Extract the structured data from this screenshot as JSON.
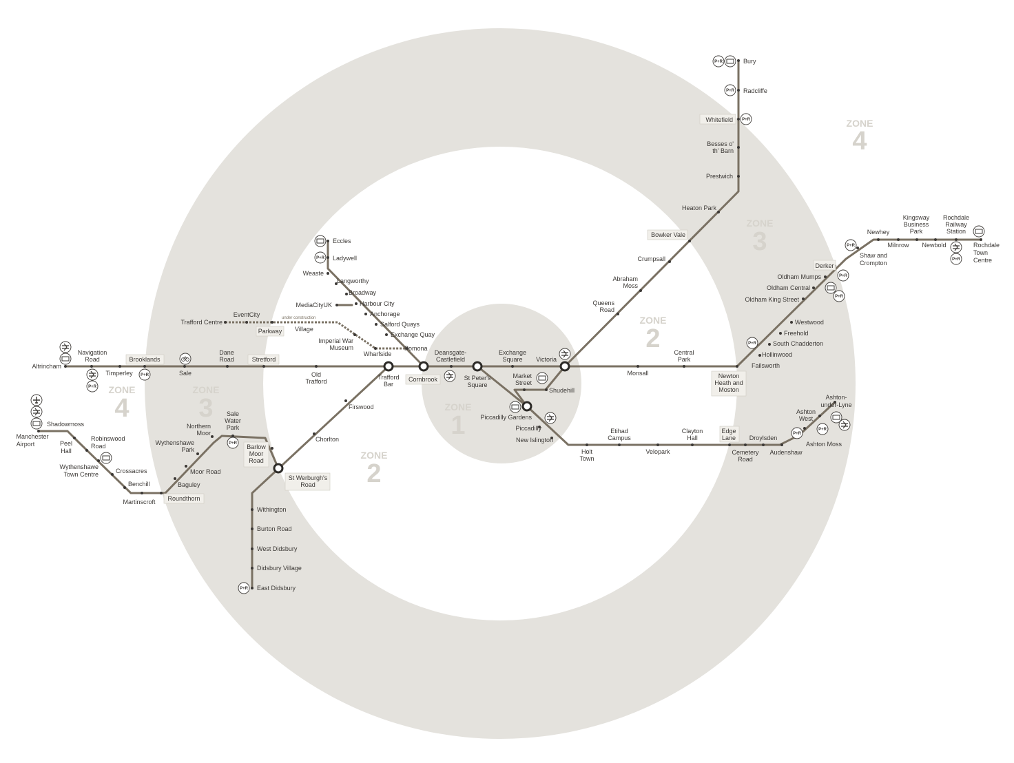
{
  "zones": [
    {
      "id": "zone1",
      "word": "ZONE",
      "num": "1"
    },
    {
      "id": "zone2a",
      "word": "ZONE",
      "num": "2"
    },
    {
      "id": "zone2b",
      "word": "ZONE",
      "num": "2"
    },
    {
      "id": "zone3a",
      "word": "ZONE",
      "num": "3"
    },
    {
      "id": "zone3b",
      "word": "ZONE",
      "num": "3"
    },
    {
      "id": "zone4a",
      "word": "ZONE",
      "num": "4"
    },
    {
      "id": "zone4b",
      "word": "ZONE",
      "num": "4"
    }
  ],
  "under_construction": "under construction",
  "icons": {
    "park_ride": "P+R",
    "rail": "rail-icon",
    "bus": "bus-icon",
    "air": "airport-icon",
    "cycle": "cycle-icon"
  },
  "stations": {
    "bury": "Bury",
    "radcliffe": "Radcliffe",
    "whitefield": "Whitefield",
    "besses1": "Besses o'",
    "besses2": "th' Barn",
    "prestwich": "Prestwich",
    "heaton_park": "Heaton Park",
    "bowker_vale": "Bowker Vale",
    "crumpsall": "Crumpsall",
    "abraham1": "Abraham",
    "abraham2": "Moss",
    "queens1": "Queens",
    "queens2": "Road",
    "victoria": "Victoria",
    "exchange1": "Exchange",
    "exchange2": "Square",
    "market1": "Market",
    "market2": "Street",
    "shudehill": "Shudehill",
    "piccadilly_gardens": "Piccadilly Gardens",
    "piccadilly": "Piccadilly",
    "new_islington": "New Islington",
    "stpeters1": "St Peter's",
    "stpeters2": "Square",
    "deansgate1": "Deansgate-",
    "deansgate2": "Castlefield",
    "cornbrook": "Cornbrook",
    "trafford_bar1": "Trafford",
    "trafford_bar2": "Bar",
    "pomona": "Pomona",
    "wharfside": "Wharfside",
    "iwm1": "Imperial War",
    "iwm2": "Museum",
    "exchange_quay": "Exchange Quay",
    "salford_quays": "Salford Quays",
    "anchorage": "Anchorage",
    "harbour_city": "Harbour City",
    "mediacityuk": "MediaCityUK",
    "broadway": "Broadway",
    "langworthy": "Langworthy",
    "weaste": "Weaste",
    "ladywell": "Ladywell",
    "eccles": "Eccles",
    "trafford_centre": "Trafford Centre",
    "eventcity": "EventCity",
    "parkway": "Parkway",
    "village": "Village",
    "old_trafford1": "Old",
    "old_trafford2": "Trafford",
    "stretford": "Stretford",
    "dane_road1": "Dane",
    "dane_road2": "Road",
    "sale": "Sale",
    "brooklands": "Brooklands",
    "timperley": "Timperley",
    "navigation_road1": "Navigation",
    "navigation_road2": "Road",
    "altrincham": "Altrincham",
    "firswood": "Firswood",
    "chorlton": "Chorlton",
    "st_werburghs1": "St Werburgh's",
    "st_werburghs2": "Road",
    "withington": "Withington",
    "burton_road": "Burton Road",
    "west_didsbury": "West Didsbury",
    "didsbury_village": "Didsbury Village",
    "east_didsbury": "East Didsbury",
    "barlow1": "Barlow",
    "barlow2": "Moor",
    "barlow3": "Road",
    "sale_water1": "Sale",
    "sale_water2": "Water",
    "sale_water3": "Park",
    "northern_moor1": "Northern",
    "northern_moor2": "Moor",
    "wythenshawe_park1": "Wythenshawe",
    "wythenshawe_park2": "Park",
    "moor_road": "Moor Road",
    "baguley": "Baguley",
    "roundthorn": "Roundthorn",
    "martinscroft": "Martinscroft",
    "benchill": "Benchill",
    "crossacres": "Crossacres",
    "wythenshawe_tc1": "Wythenshawe",
    "wythenshawe_tc2": "Town Centre",
    "robinswood1": "Robinswood",
    "robinswood2": "Road",
    "peel_hall1": "Peel",
    "peel_hall2": "Hall",
    "shadowmoss": "Shadowmoss",
    "airport1": "Manchester",
    "airport2": "Airport",
    "monsall": "Monsall",
    "central_park1": "Central",
    "central_park2": "Park",
    "newton_heath1": "Newton",
    "newton_heath2": "Heath and",
    "newton_heath3": "Moston",
    "failsworth": "Failsworth",
    "hollinwood": "Hollinwood",
    "south_chadderton": "South Chadderton",
    "freehold": "Freehold",
    "westwood": "Westwood",
    "oldham_king_street": "Oldham King Street",
    "oldham_central": "Oldham Central",
    "oldham_mumps": "Oldham Mumps",
    "derker": "Derker",
    "shaw1": "Shaw and",
    "shaw2": "Crompton",
    "newhey": "Newhey",
    "milnrow": "Milnrow",
    "kingsway1": "Kingsway",
    "kingsway2": "Business",
    "kingsway3": "Park",
    "newbold": "Newbold",
    "rochdale_station1": "Rochdale",
    "rochdale_station2": "Railway",
    "rochdale_station3": "Station",
    "rochdale_tc1": "Rochdale",
    "rochdale_tc2": "Town",
    "rochdale_tc3": "Centre",
    "holt_town1": "Holt",
    "holt_town2": "Town",
    "etihad1": "Etihad",
    "etihad2": "Campus",
    "velopark": "Velopark",
    "clayton1": "Clayton",
    "clayton2": "Hall",
    "edge_lane1": "Edge",
    "edge_lane2": "Lane",
    "cemetery1": "Cemetery",
    "cemetery2": "Road",
    "droylsden": "Droylsden",
    "audenshaw": "Audenshaw",
    "ashton_moss": "Ashton Moss",
    "ashton_west1": "Ashton",
    "ashton_west2": "West",
    "ashton_ul1": "Ashton-",
    "ashton_ul2": "under-Lyne"
  }
}
